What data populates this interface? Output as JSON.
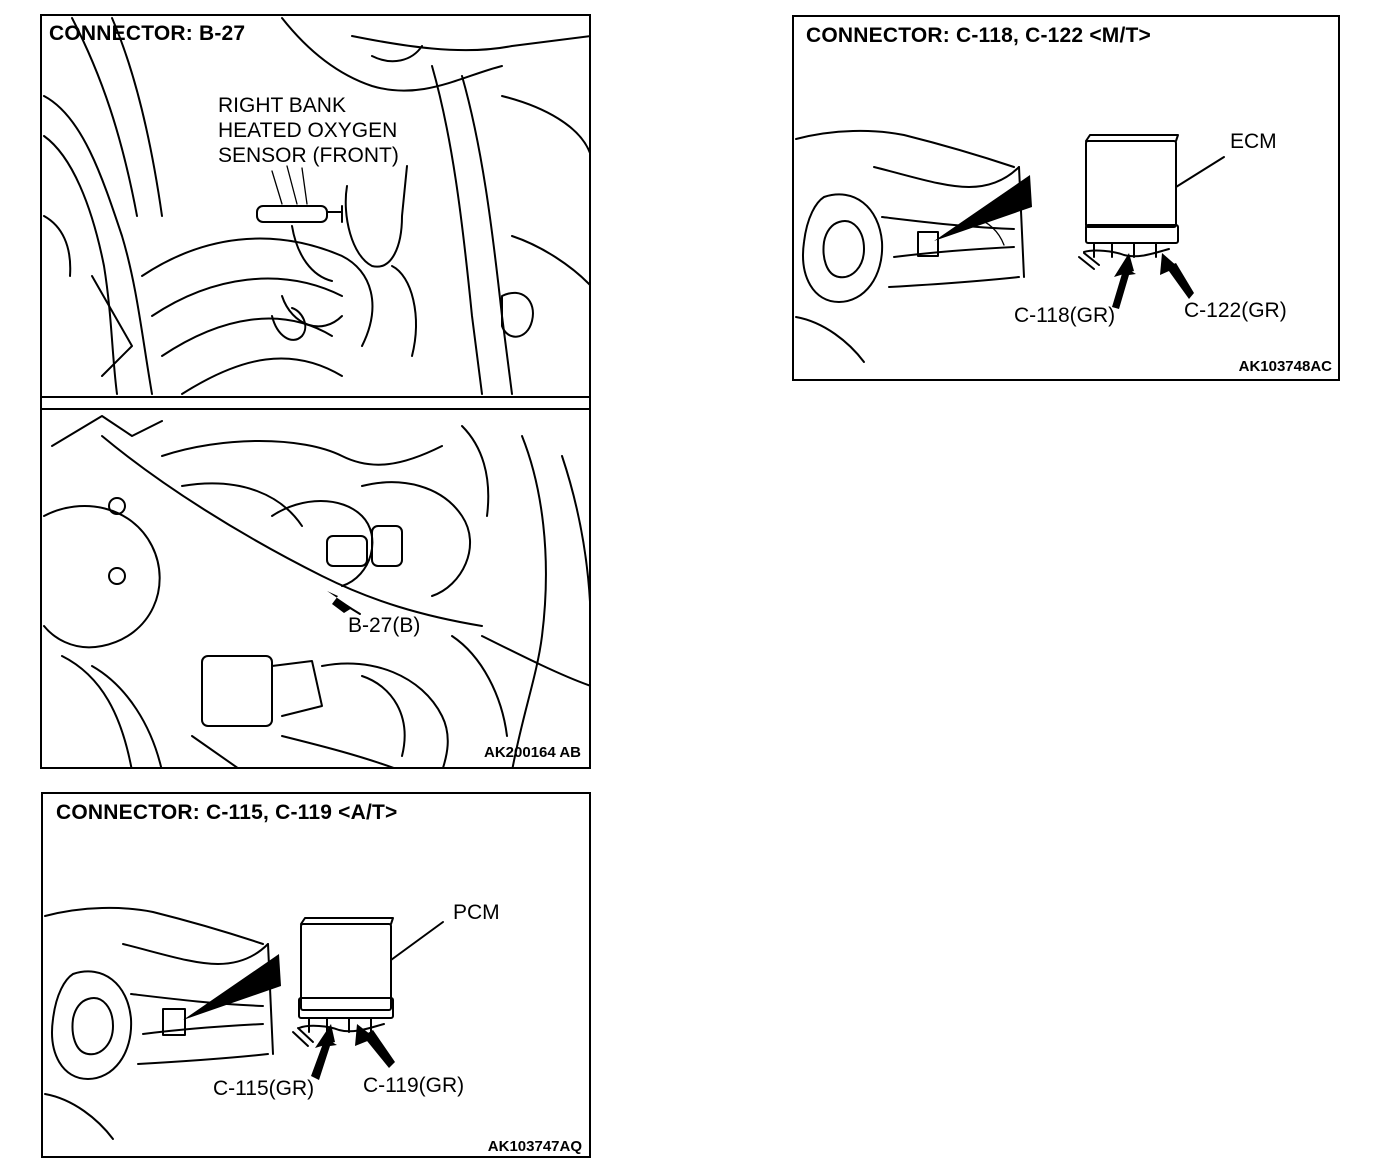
{
  "panels": {
    "b27": {
      "title": "CONNECTOR: B-27",
      "sensor_label_line1": "RIGHT BANK",
      "sensor_label_line2": "HEATED OXYGEN",
      "sensor_label_line3": "SENSOR (FRONT)",
      "connector_callout": "B-27(B)",
      "figure_code": "AK200164 AB"
    },
    "mt": {
      "title": "CONNECTOR: C-118, C-122 <M/T>",
      "module_label": "ECM",
      "connector_left": "C-118(GR)",
      "connector_right": "C-122(GR)",
      "figure_code": "AK103748AC"
    },
    "at": {
      "title": "CONNECTOR: C-115, C-119 <A/T>",
      "module_label": "PCM",
      "connector_left": "C-115(GR)",
      "connector_right": "C-119(GR)",
      "figure_code": "AK103747AQ"
    }
  }
}
